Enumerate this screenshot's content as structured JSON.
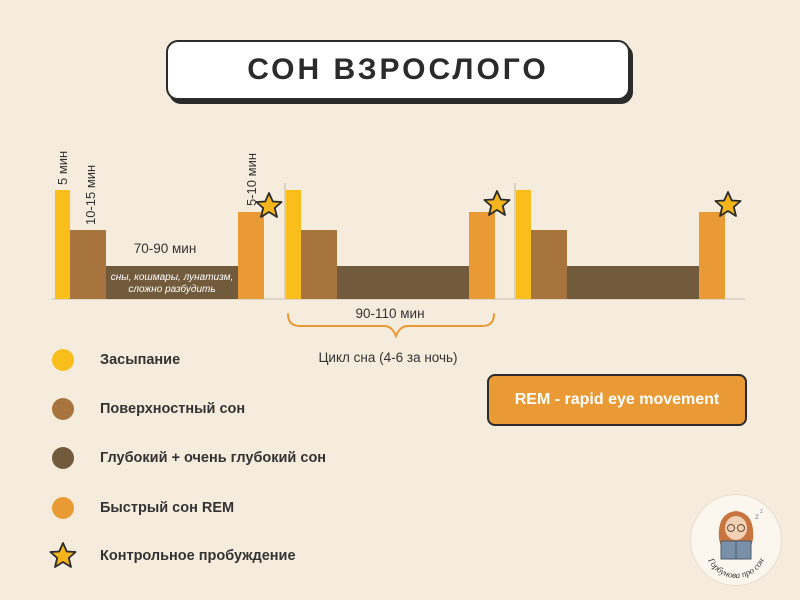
{
  "title": "СОН ВЗРОСЛОГО",
  "diagram": {
    "cycle1": {
      "falling_asleep_label": "5 мин",
      "light_sleep_label": "10-15 мин",
      "deep_sleep_label": "70-90 мин",
      "deep_sleep_note_line1": "сны, кошмары, лунатизм,",
      "deep_sleep_note_line2": "сложно разбудить",
      "rem_label": "5-10 мин"
    },
    "cycle_duration_label": "90-110 мин",
    "cycle_caption": "Цикл сна (4-6 за ночь)"
  },
  "legend": {
    "falling_asleep": "Засыпание",
    "light_sleep": "Поверхностный сон",
    "deep_sleep": "Глубокий + очень глубокий сон",
    "rem_sleep": "Быстрый сон REM",
    "control_awakening": "Контрольное пробуждение"
  },
  "rem_note": "REM - rapid eye movement",
  "logo_text": "Горбунова про сон",
  "colors": {
    "falling_asleep": "#f9be1c",
    "light_sleep": "#a8743e",
    "deep_sleep": "#725a3c",
    "rem_sleep": "#ea9a34",
    "star": "#f4b51c",
    "background": "#f6ecdd"
  },
  "icons": [
    "star-icon",
    "brace-icon",
    "reader-girl-icon"
  ]
}
